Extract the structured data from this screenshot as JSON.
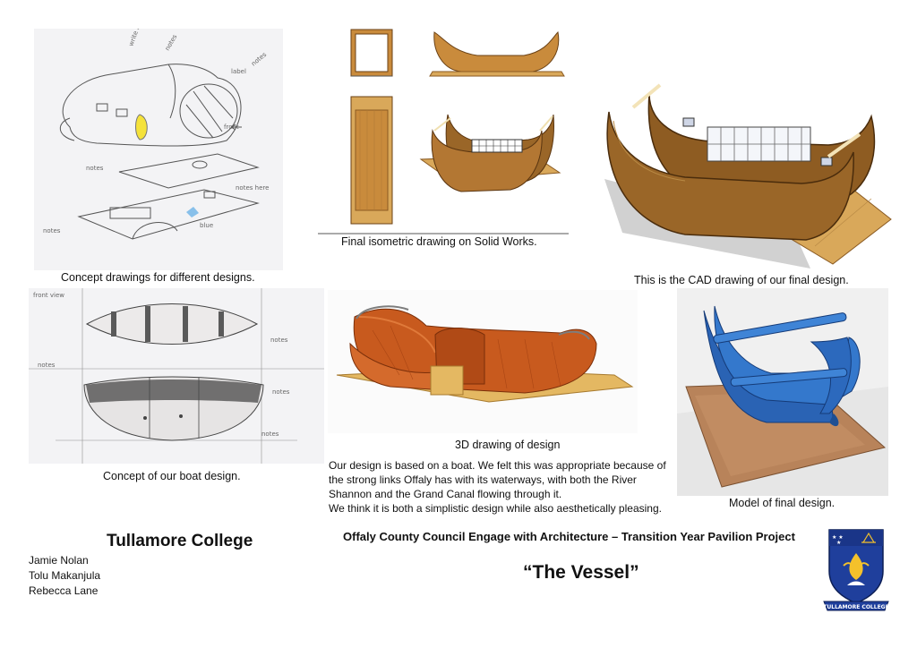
{
  "captions": {
    "concept_drawings": "Concept drawings for different designs.",
    "isometric": "Final isometric drawing on Solid Works.",
    "cad": "This is the CAD drawing of our final design.",
    "boat_concept": "Concept of our boat design.",
    "drawing_3d": "3D drawing of design",
    "model": "Model of final design."
  },
  "description": [
    "Our design is based on a boat. We felt this was appropriate because of",
    "the strong links Offaly has with its waterways, with both the River",
    "Shannon and the Grand Canal flowing through it.",
    "We think it is both a simplistic design while also aesthetically pleasing."
  ],
  "college": "Tullamore College",
  "team": [
    "Jamie Nolan",
    "Tolu Makanjula",
    "Rebecca Lane"
  ],
  "project_title": "Offaly County Council Engage with Architecture – Transition Year Pavilion Project",
  "design_name": "“The Vessel”",
  "crest": {
    "banner": "TULLAMORE COLLEGE"
  },
  "sketch_notes": {
    "front": "front",
    "front_view": "front view"
  },
  "colors": {
    "wood": "#9a6628",
    "wood_dark": "#6b4216",
    "plywood": "#d9a85a",
    "model_blue": "#2f6fc4",
    "cardboard": "#b8835a",
    "crest_blue": "#1f3f9c",
    "crest_yellow": "#f4c12b"
  }
}
